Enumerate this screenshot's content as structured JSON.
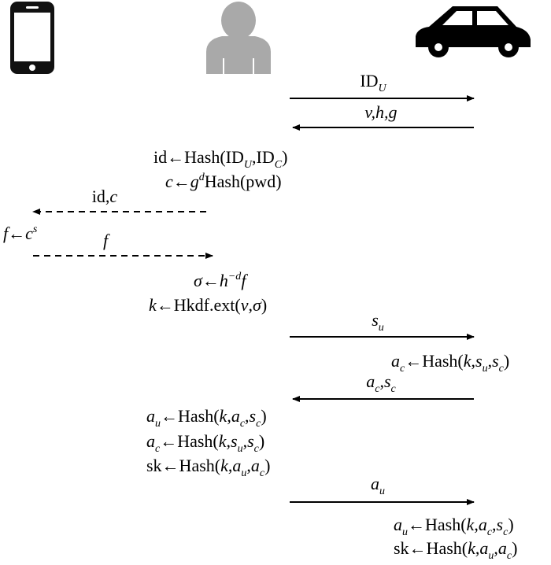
{
  "parties": [
    {
      "id": "phone",
      "icon": "smartphone-icon"
    },
    {
      "id": "user",
      "icon": "user-icon"
    },
    {
      "id": "car",
      "icon": "car-icon"
    }
  ],
  "messages": [
    {
      "id": "msg-idu",
      "from": "user",
      "to": "car",
      "style": "solid",
      "label": "ID_U"
    },
    {
      "id": "msg-vhg",
      "from": "car",
      "to": "user",
      "style": "solid",
      "label": "v,h,g"
    },
    {
      "id": "msg-idc",
      "from": "user",
      "to": "phone",
      "style": "dashed",
      "label": "id,c"
    },
    {
      "id": "msg-f",
      "from": "phone",
      "to": "user",
      "style": "dashed",
      "label": "f"
    },
    {
      "id": "msg-su",
      "from": "user",
      "to": "car",
      "style": "solid",
      "label": "s_u"
    },
    {
      "id": "msg-acsc",
      "from": "car",
      "to": "user",
      "style": "solid",
      "label": "a_c,s_c"
    },
    {
      "id": "msg-au",
      "from": "user",
      "to": "car",
      "style": "solid",
      "label": "a_u"
    }
  ],
  "computations": {
    "user_id": "id←Hash(ID_U,ID_C)",
    "user_c": "c←g^d Hash(pwd)",
    "phone_f": "f←c^s",
    "user_sigma": "σ←h^−d f",
    "user_k": "k←Hkdf.ext(v,σ)",
    "car_ac": "a_c←Hash(k,s_u,s_c)",
    "user_au": "a_u←Hash(k,a_c,s_c)",
    "user_ac": "a_c←Hash(k,s_u,s_c)",
    "user_sk": "sk←Hash(k,a_u,a_c)",
    "car_au": "a_u←Hash(k,a_c,s_c)",
    "car_sk": "sk←Hash(k,a_u,a_c)"
  }
}
